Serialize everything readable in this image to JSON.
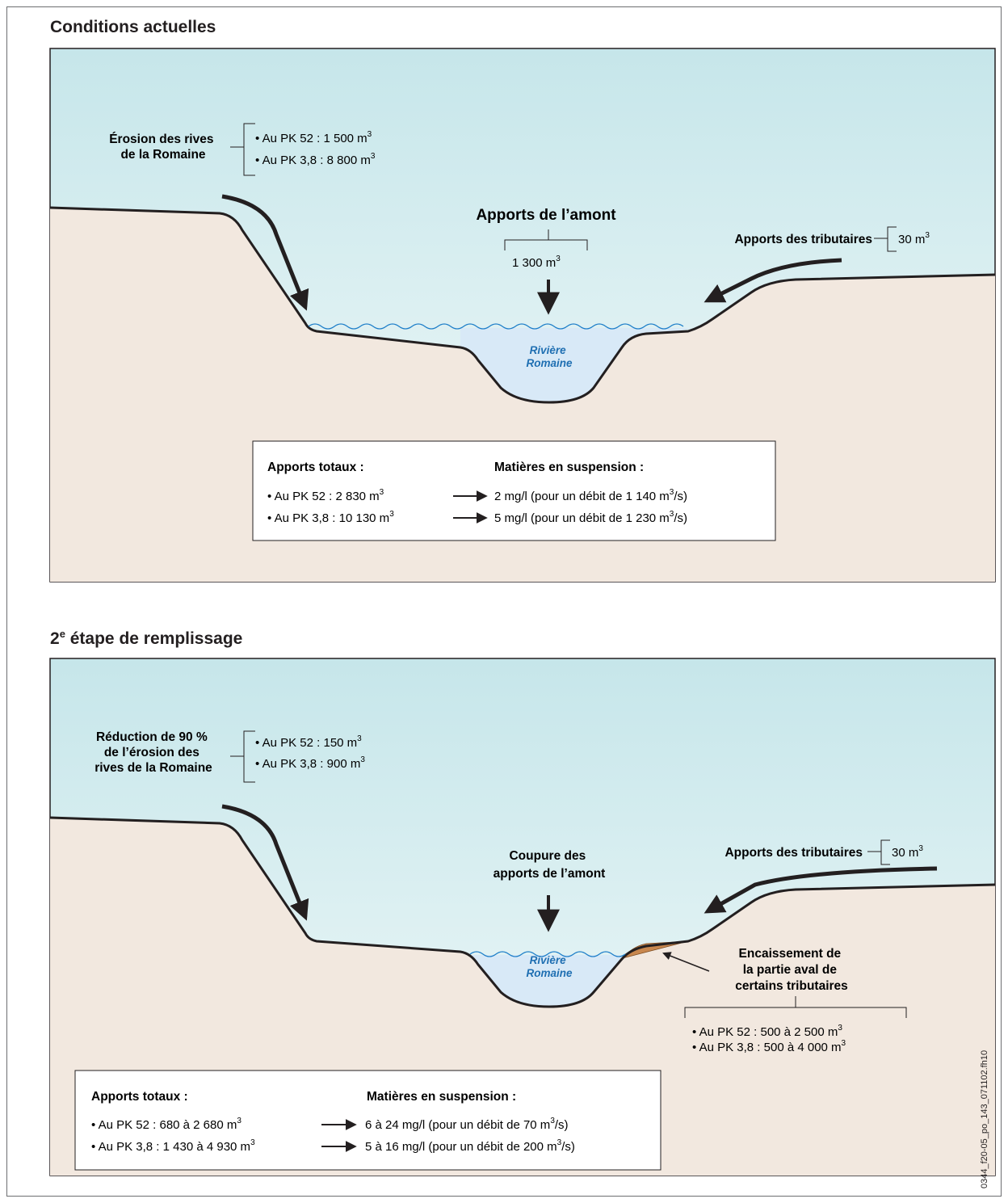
{
  "panels": [
    {
      "title": "Conditions actuelles",
      "erosion_label": [
        "Érosion des rives",
        "de la Romaine"
      ],
      "erosion_values": [
        "• Au PK 52 : 1 500 m",
        "• Au PK 3,8 : 8 800 m"
      ],
      "upstream_label": [
        "Apports de l’amont"
      ],
      "upstream_value": "1 300 m",
      "tributaries_label": "Apports des tributaires",
      "tributaries_value": "30 m",
      "river_label": [
        "Rivière",
        "Romaine"
      ],
      "box": {
        "header_left": "Apports totaux :",
        "header_right": "Matières en suspension :",
        "rows": [
          {
            "left": "• Au PK 52 : 2 830 m",
            "right_a": "2 mg/l (pour un débit de 1 140 m",
            "right_b": "/s)"
          },
          {
            "left": "• Au PK 3,8 : 10 130 m",
            "right_a": "5 mg/l (pour un débit de 1 230 m",
            "right_b": "/s)"
          }
        ]
      }
    },
    {
      "title_number": "2",
      "title_sup": "e",
      "title_rest": " étape de remplissage",
      "erosion_label": [
        "Réduction de 90 %",
        "de l’érosion des",
        "rives de la Romaine"
      ],
      "erosion_values": [
        "• Au PK 52 : 150 m",
        "• Au PK 3,8 : 900 m"
      ],
      "upstream_label": [
        "Coupure des",
        "apports de l’amont"
      ],
      "tributaries_label": "Apports des tributaires",
      "tributaries_value": "30 m",
      "river_label": [
        "Rivière",
        "Romaine"
      ],
      "incision_label": [
        "Encaissement de",
        "la partie aval de",
        "certains tributaires"
      ],
      "incision_values": [
        "• Au PK 52 : 500 à 2 500 m",
        "• Au PK 3,8 : 500 à 4 000 m"
      ],
      "box": {
        "header_left": "Apports totaux :",
        "header_right": "Matières en suspension :",
        "rows": [
          {
            "left": "• Au PK 52 : 680 à 2 680 m",
            "right_a": "6 à 24 mg/l (pour un débit de 70 m",
            "right_b": "/s)"
          },
          {
            "left": "• Au PK 3,8 : 1 430 à 4 930 m",
            "right_a": "5 à 16 mg/l (pour un débit de 200 m",
            "right_b": "/s)"
          }
        ]
      }
    }
  ],
  "unit_exponent": "3",
  "figure_code": "0344_f20-05_po_143_071102.fh10",
  "colors": {
    "sky_top": "#c6e6ea",
    "sky_bottom": "#f3fafa",
    "ground": "#f2e8df",
    "water": "#d8e9f7",
    "river_text": "#1f6fb2",
    "sediment": "#c8874e",
    "line": "#231f20"
  }
}
